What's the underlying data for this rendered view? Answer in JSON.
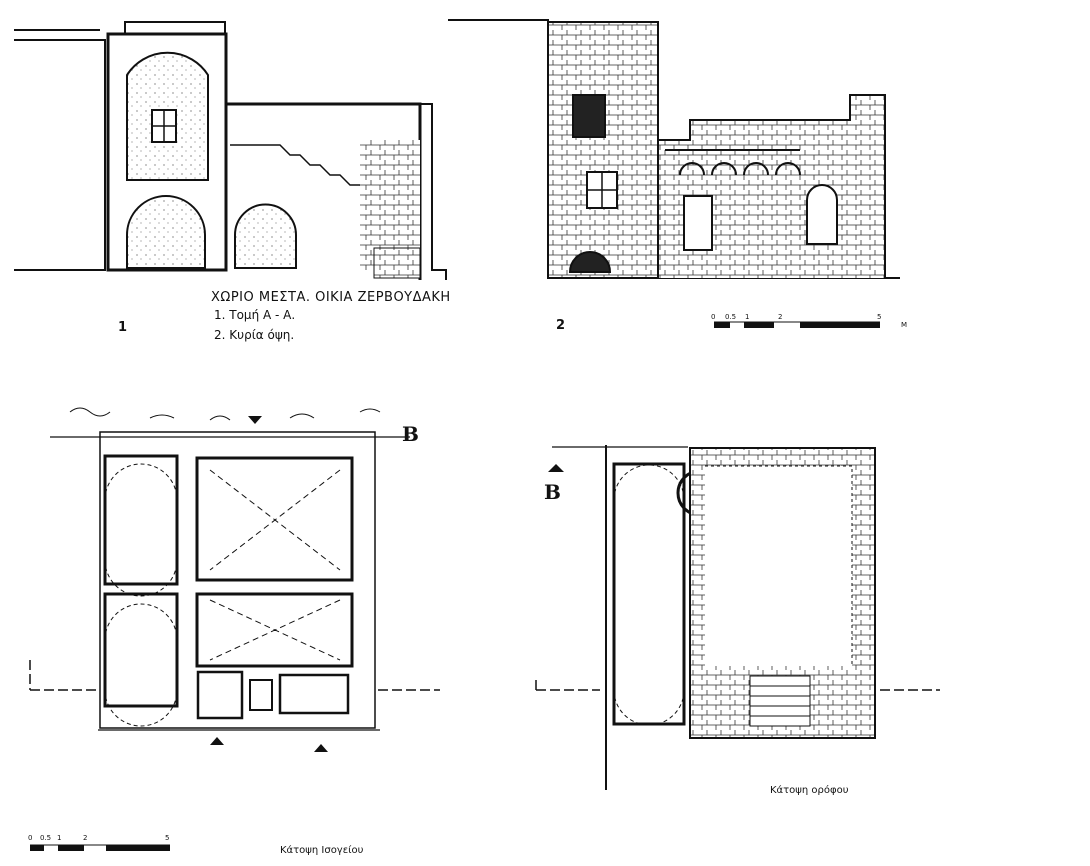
{
  "caption": {
    "title": "ΧΩΡΙΟ ΜΕΣΤΑ. ΟΙΚΙΑ ΖΕΡΒΟΥΔΑΚΗ",
    "item1": "1.  Τομή   Α - Α.",
    "item2": "2.  Κυρία όψη."
  },
  "figure_numbers": {
    "section": "1",
    "elevation": "2"
  },
  "section_marks": {
    "b_ground": "B",
    "b_upper": "B"
  },
  "plan_labels": {
    "ground_floor": "Κάτοψη Ισογείου",
    "upper_floor": "Κάτοψη ορόφου"
  },
  "scale_upper": {
    "ticks": [
      "0",
      "0.5",
      "1",
      "2",
      "5"
    ],
    "unit": "M"
  },
  "scale_lower": {
    "ticks": [
      "0",
      "0.5",
      "1",
      "2",
      "5"
    ]
  },
  "colors": {
    "ink": "#111111",
    "paper": "#ffffff"
  }
}
